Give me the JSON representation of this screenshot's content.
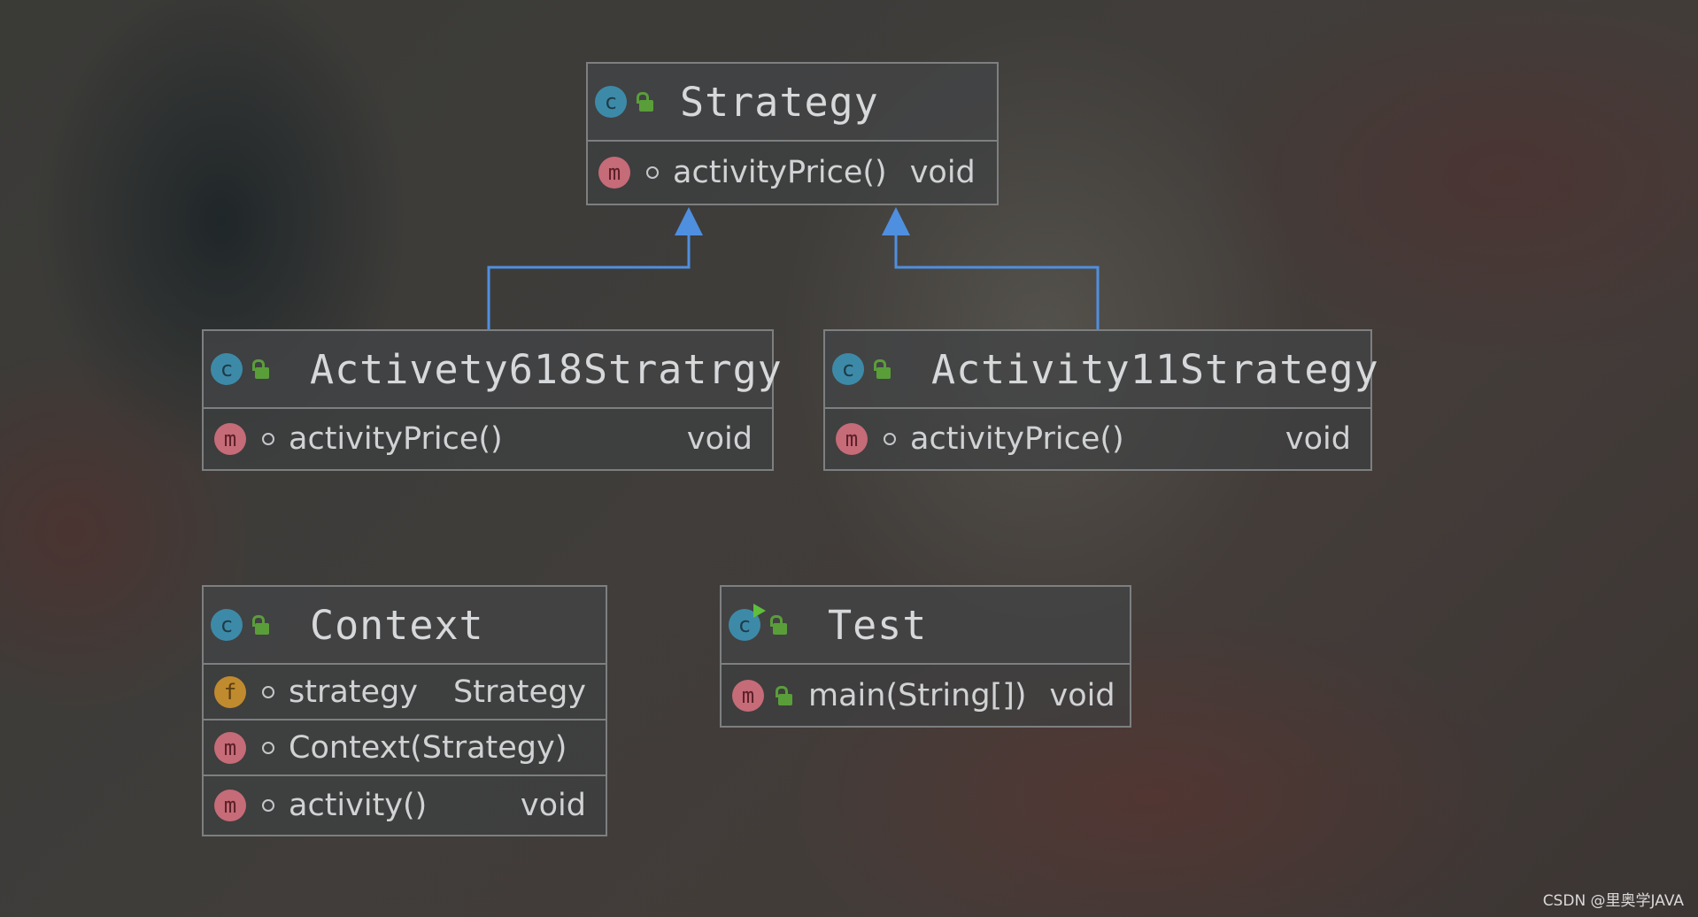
{
  "classes": {
    "strategy": {
      "name": "Strategy",
      "members": [
        {
          "name": "activityPrice()",
          "type": "void"
        }
      ]
    },
    "activity618": {
      "name": "Activety618Stratrgy",
      "members": [
        {
          "name": "activityPrice()",
          "type": "void"
        }
      ]
    },
    "activity11": {
      "name": "Activity11Strategy",
      "members": [
        {
          "name": "activityPrice()",
          "type": "void"
        }
      ]
    },
    "context": {
      "name": "Context",
      "members": [
        {
          "name": "strategy",
          "type": "Strategy"
        },
        {
          "name": "Context(Strategy)",
          "type": ""
        },
        {
          "name": "activity()",
          "type": "void"
        }
      ]
    },
    "test": {
      "name": "Test",
      "members": [
        {
          "name": "main(String[])",
          "type": "void"
        }
      ]
    }
  },
  "icons": {
    "class_badge": "c",
    "method_badge": "m",
    "field_badge": "f"
  },
  "colors": {
    "connector": "#4f8fe0",
    "class_icon": "#3d8aa8",
    "method_icon": "#c66b78",
    "field_icon": "#c08a2e",
    "lock_icon": "#5a9e3a"
  },
  "watermark": "CSDN @里奥学JAVA"
}
